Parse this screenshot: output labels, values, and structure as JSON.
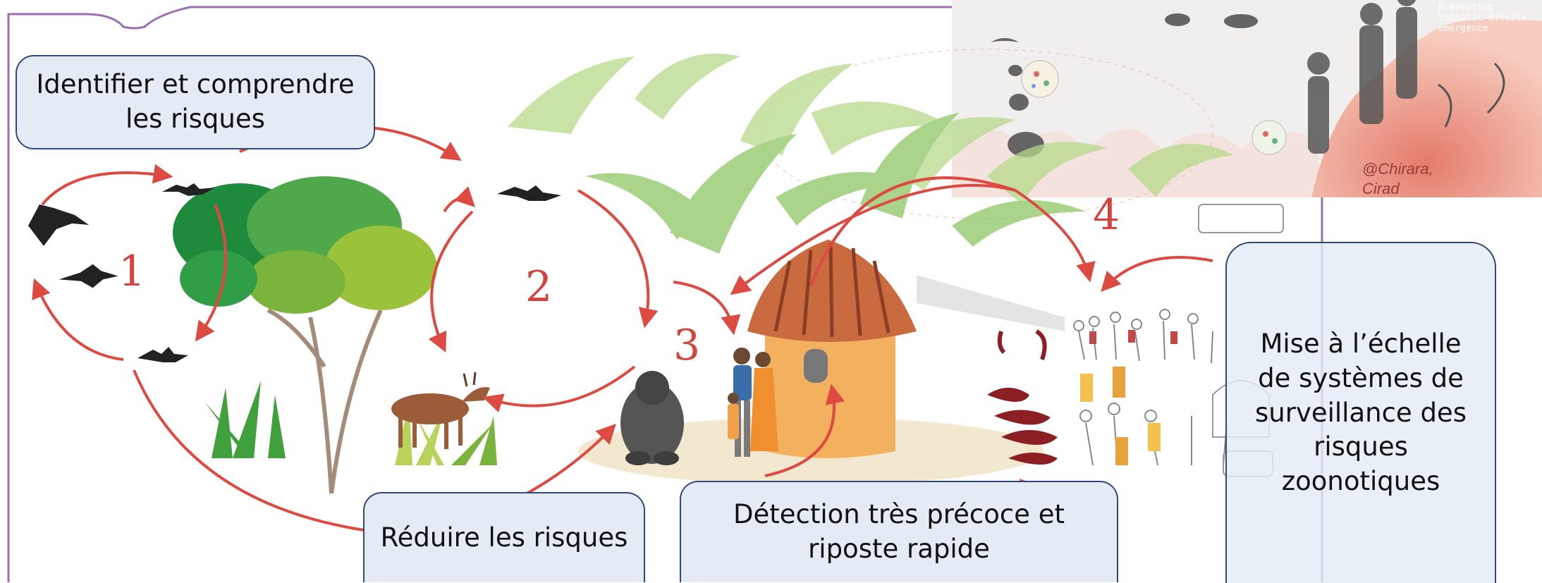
{
  "callouts": {
    "identify": "Identifier et comprendre les risques",
    "reduce": "Réduire les risques",
    "detect": "Détection très précoce et riposte rapide",
    "scale": "Mise à l’échelle de systèmes de surveillance des risques zoonotiques"
  },
  "stage_numbers": [
    "1",
    "2",
    "3",
    "4"
  ],
  "inset": {
    "credit": "@Chirara, Cirad",
    "corner_label": "Preventing zoonotic disease emergence"
  },
  "colors": {
    "arrow": "#dd4a42",
    "callout_fill": "#e4ebf5",
    "callout_border": "#2f4a7a",
    "frame": "#9b6fb0"
  }
}
